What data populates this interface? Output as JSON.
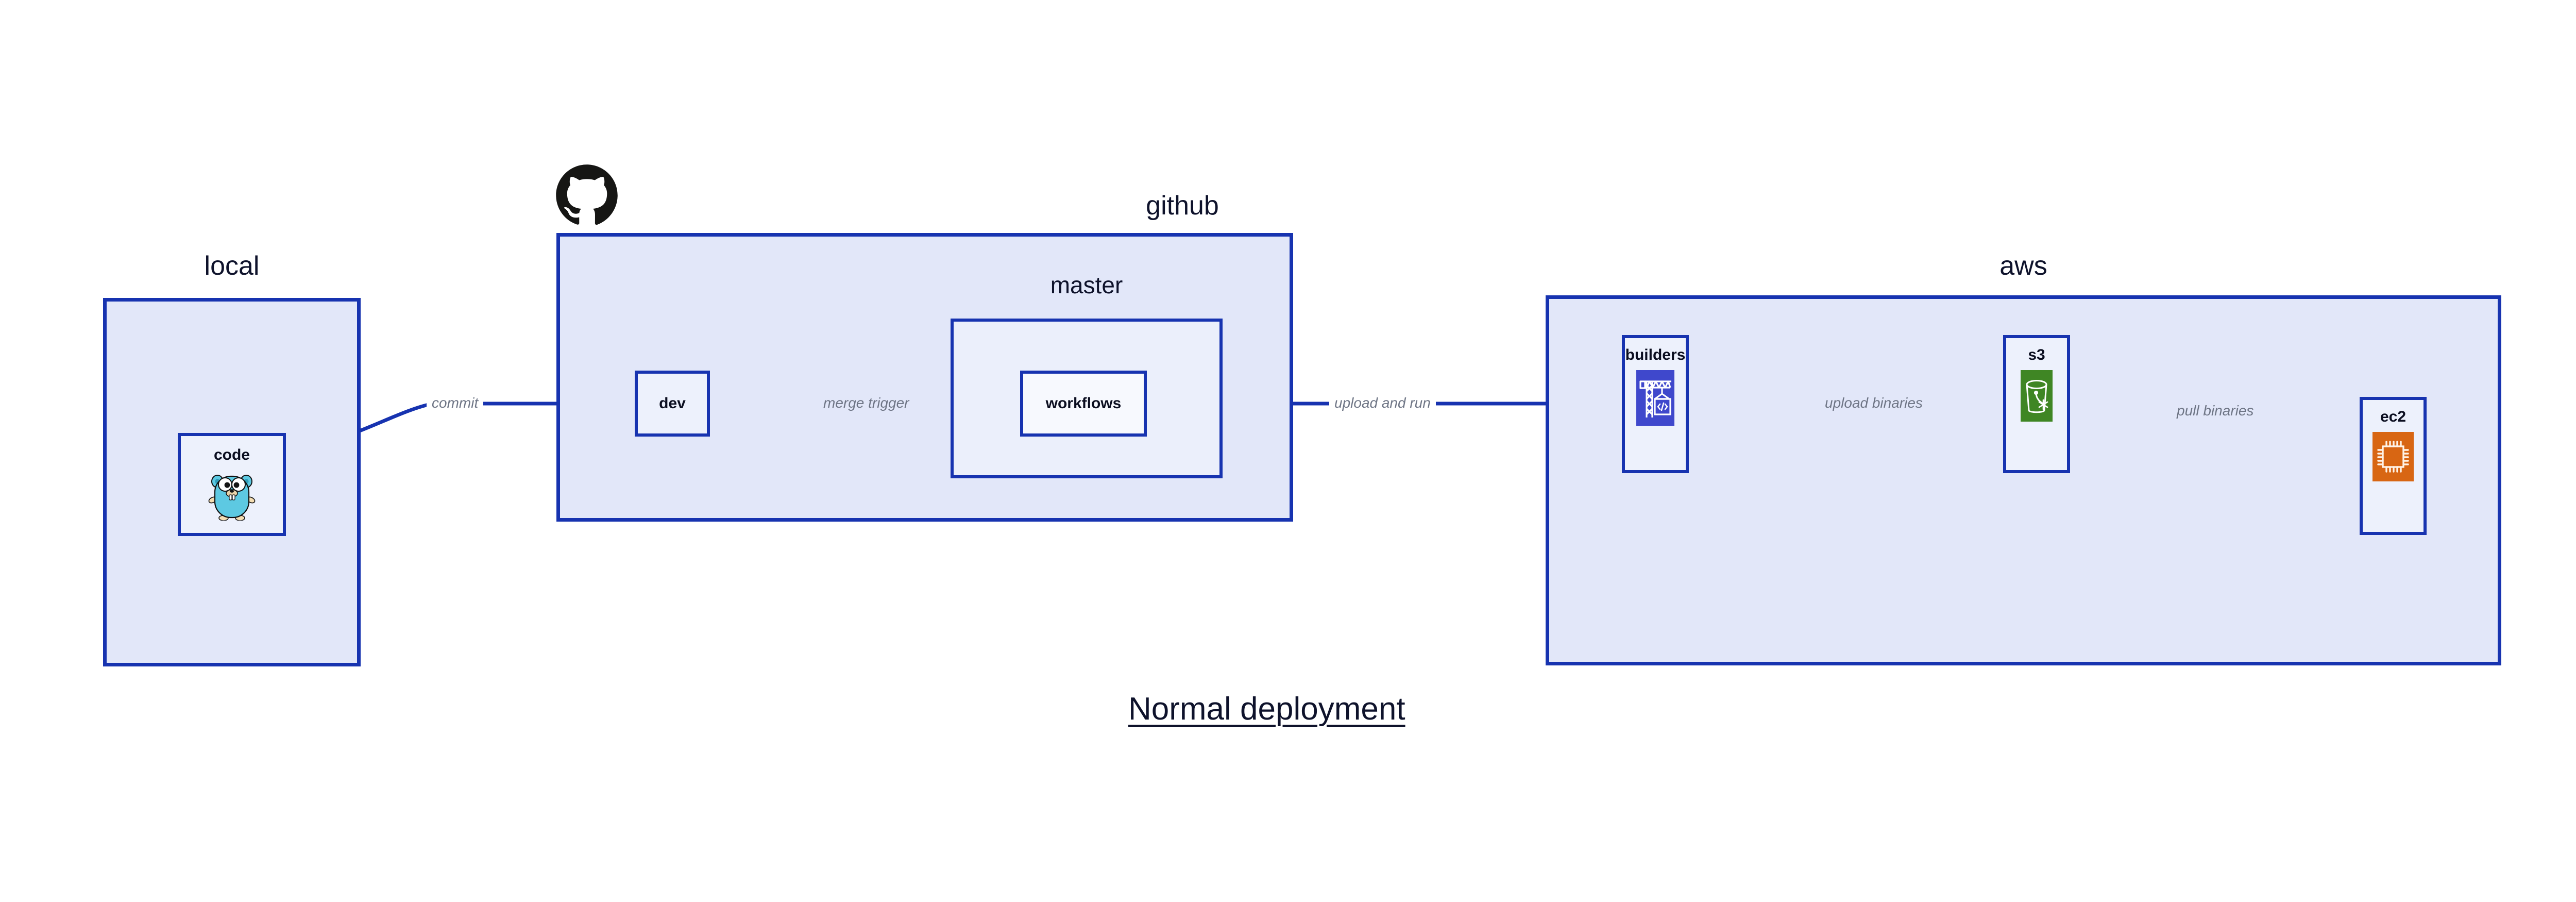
{
  "figure": {
    "title": "Normal deployment",
    "colors": {
      "group_fill": "#E2E7F9",
      "subgroup_fill": "#EBEFFB",
      "node_fill": "#EDF1FC",
      "border_blue": "#1733B0",
      "edge_label_gray": "#6E7585",
      "text_dark": "#0E122B",
      "codebuild_blue": "#3F48CC",
      "s3_green": "#3F8624",
      "ec2_orange": "#D86613",
      "gopher_cyan": "#5DC9E2",
      "github_black": "#161614"
    }
  },
  "groups": [
    {
      "id": "local",
      "label": "local",
      "nodes": [
        {
          "id": "code",
          "label": "code",
          "icon": "go-gopher-icon"
        }
      ]
    },
    {
      "id": "github",
      "label": "github",
      "icon": "github-octocat-icon",
      "nodes": [
        {
          "id": "dev",
          "label": "dev",
          "icon": null
        }
      ],
      "subgroups": [
        {
          "id": "master",
          "label": "master",
          "nodes": [
            {
              "id": "workflows",
              "label": "workflows",
              "icon": null
            }
          ]
        }
      ]
    },
    {
      "id": "aws",
      "label": "aws",
      "nodes": [
        {
          "id": "builders",
          "label": "builders",
          "icon": "aws-codebuild-icon"
        },
        {
          "id": "s3",
          "label": "s3",
          "icon": "aws-s3-bucket-icon"
        },
        {
          "id": "ec2",
          "label": "ec2",
          "icon": "aws-ec2-chip-icon"
        }
      ]
    }
  ],
  "edges": [
    {
      "id": "commit",
      "from": "code",
      "to": "dev",
      "label": "commit"
    },
    {
      "id": "merge-trigger",
      "from": "dev",
      "to": "workflows",
      "label": "merge trigger"
    },
    {
      "id": "upload-and-run",
      "from": "workflows",
      "to": "builders",
      "label": "upload and run"
    },
    {
      "id": "upload-binaries",
      "from": "builders",
      "to": "s3",
      "label": "upload binaries"
    },
    {
      "id": "pull-binaries",
      "from": "s3",
      "to": "ec2",
      "label": "pull binaries"
    }
  ]
}
